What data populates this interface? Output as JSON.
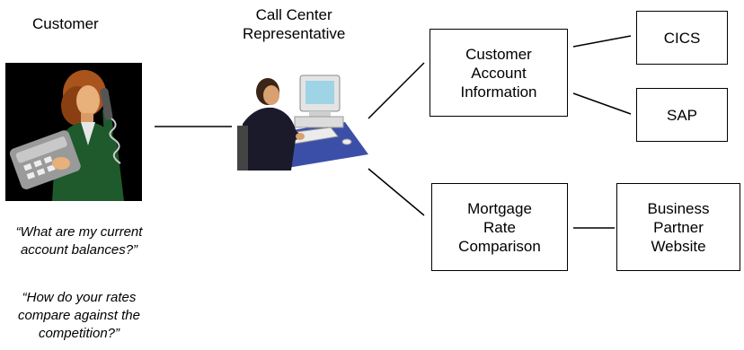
{
  "labels": {
    "customer": "Customer",
    "call_center_line1": "Call Center",
    "call_center_line2": "Representative"
  },
  "boxes": {
    "customer_account": [
      "Customer",
      "Account",
      "Information"
    ],
    "cics": "CICS",
    "sap": "SAP",
    "mortgage": [
      "Mortgage",
      "Rate",
      "Comparison"
    ],
    "business_partner": [
      "Business",
      "Partner",
      "Website"
    ]
  },
  "quotes": {
    "q1_line1": "“What are my current",
    "q1_line2": "account balances?”",
    "q2_line1": "“How do your rates",
    "q2_line2": "compare against the",
    "q2_line3": "competition?”"
  },
  "colors": {
    "line": "#000000",
    "photo_bg": "#000000",
    "desk_blue": "#3c4fa8",
    "jacket_green": "#1e5a2c"
  }
}
